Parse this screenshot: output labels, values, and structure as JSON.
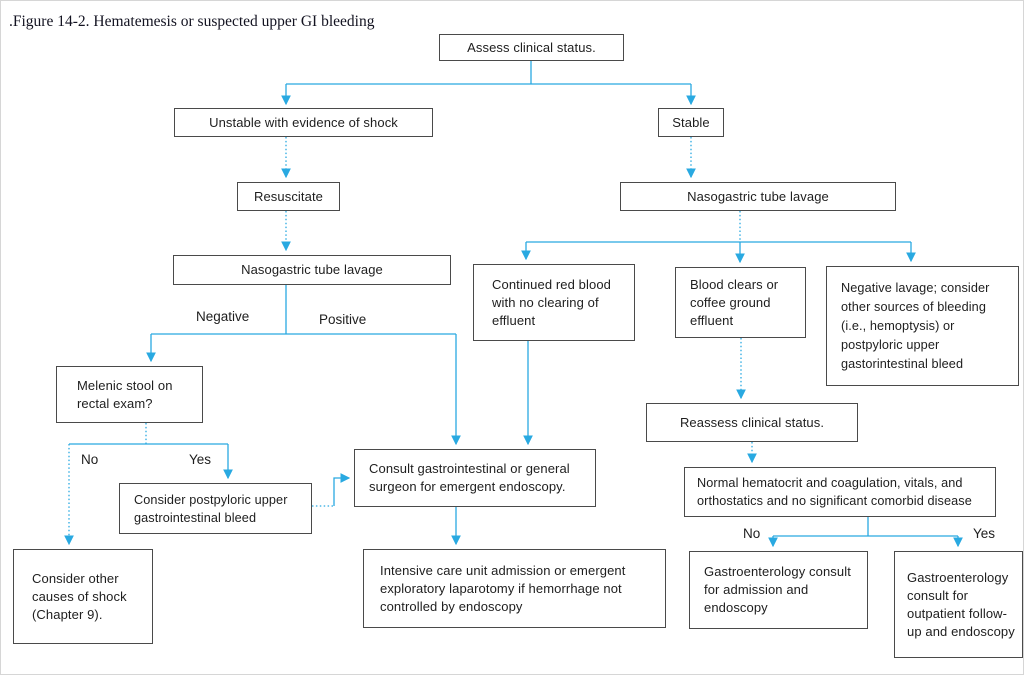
{
  "figure": {
    "title": ".Figure 14-2. Hematemesis or suspected upper GI bleeding"
  },
  "nodes": {
    "assess": "Assess clinical status.",
    "unstable": "Unstable with evidence of shock",
    "stable": "Stable",
    "resuscitate": "Resuscitate",
    "ngt_right": "Nasogastric tube lavage",
    "ngt_left": "Nasogastric tube lavage",
    "continued": "Continued red blood with no clearing of effluent",
    "clears": "Blood clears or coffee ground effluent",
    "neglavage": "Negative lavage; consider other sources of bleeding (i.e., hemoptysis) or postpyloric upper gastorintestinal bleed",
    "melenic": "Melenic stool on rectal exam?",
    "reassess": "Reassess clinical status.",
    "postpyloric": "Consider postpyloric upper gastrointestinal bleed",
    "consult": "Consult gastrointestinal or general surgeon for emergent endoscopy.",
    "normal": "Normal hematocrit and coagulation, vitals, and orthostatics and no significant comorbid disease",
    "consider_other": "Consider other causes of shock (Chapter 9).",
    "icu": "Intensive care unit admission or emergent exploratory laparotomy if hemorrhage not controlled by endoscopy",
    "gi_admit": "Gastroenterology consult for admission and endoscopy",
    "gi_outpatient": "Gastroenterology consult for outpatient follow-up and endoscopy"
  },
  "edge_labels": {
    "negative": "Negative",
    "positive": "Positive",
    "melenic_no": "No",
    "melenic_yes": "Yes",
    "normal_no": "No",
    "normal_yes": "Yes"
  },
  "colors": {
    "connector": "#29A9E1",
    "box_border": "#4a4a4a"
  }
}
